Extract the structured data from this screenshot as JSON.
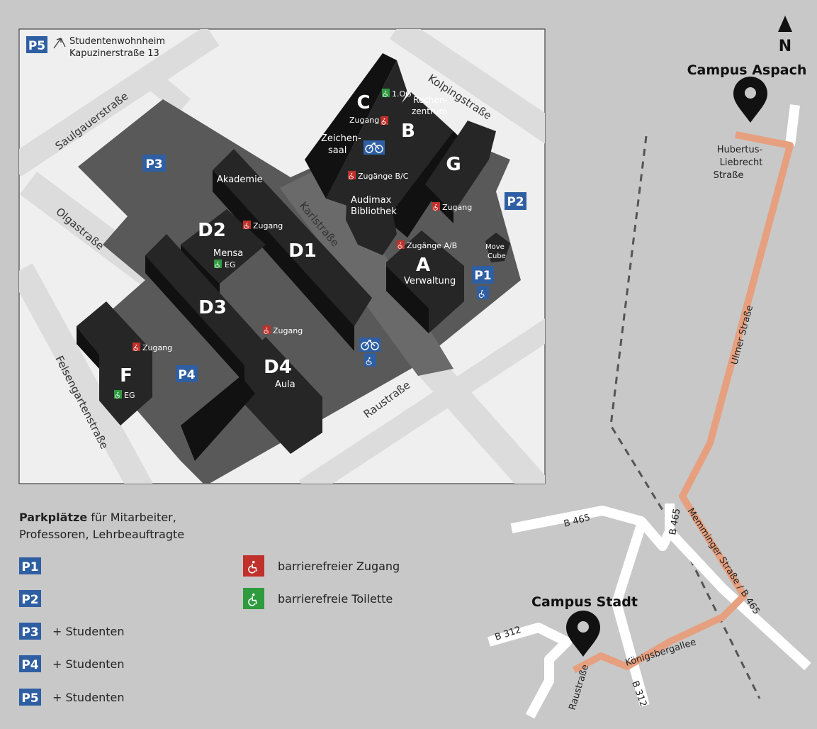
{
  "colors": {
    "background": "#c8c8c8",
    "map_background": "#efefef",
    "street": "#dcdcdc",
    "campus_ground": "#5a5a5a",
    "building": "#262626",
    "building_side": "#111111",
    "parking_badge": "#2f5fa3",
    "accessible_entrance": "#c0312b",
    "accessible_toilet": "#2e9b3f",
    "route": "#e6a07f"
  },
  "campus_map": {
    "p5_badge": "P5",
    "p5_note_line1": "Studentenwohnheim",
    "p5_note_line2": "Kapuzinerstraße 13",
    "parking": {
      "p1": "P1",
      "p2": "P2",
      "p3": "P3",
      "p4": "P4"
    },
    "streets": {
      "saulgauer": "Saulgauerstraße",
      "olga": "Olgastraße",
      "felsengarten": "Felsengartenstraße",
      "kolping": "Kolpingstraße",
      "karl": "Karlstraße",
      "rau": "Raustraße"
    },
    "buildings": {
      "c": "C",
      "c_floor": "1.OG",
      "c_zugang": "Zugang",
      "rechenzentrum_1": "Rechen-",
      "rechenzentrum_2": "zentrum",
      "b": "B",
      "zeichensaal_1": "Zeichen-",
      "zeichensaal_2": "saal",
      "zugaenge_bc": "Zugänge B/C",
      "g": "G",
      "g_zugang": "Zugang",
      "akademie": "Akademie",
      "audimax_1": "Audimax",
      "audimax_2": "Bibliothek",
      "d2": "D2",
      "d2_zugang": "Zugang",
      "mensa": "Mensa",
      "mensa_floor": "EG",
      "d1": "D1",
      "zugaenge_ab": "Zugänge A/B",
      "move_1": "Move",
      "move_2": "Cube",
      "a": "A",
      "verwaltung": "Verwaltung",
      "d3": "D3",
      "d3_zugang": "Zugang",
      "d4": "D4",
      "aula": "Aula",
      "f": "F",
      "f_zugang": "Zugang",
      "f_floor": "EG"
    }
  },
  "legend": {
    "title_bold": "Parkplätze",
    "title_rest": " für Mitarbeiter,",
    "title_line2": "Professoren, Lehrbeauftragte",
    "items": [
      {
        "badge": "P1",
        "text": ""
      },
      {
        "badge": "P2",
        "text": ""
      },
      {
        "badge": "P3",
        "text": "+ Studenten"
      },
      {
        "badge": "P4",
        "text": "+ Studenten"
      },
      {
        "badge": "P5",
        "text": "+ Studenten"
      }
    ],
    "symbols": [
      {
        "icon": "wheelchair-icon",
        "color": "#c0312b",
        "text": "barrierefreier Zugang"
      },
      {
        "icon": "wheelchair-icon",
        "color": "#2e9b3f",
        "text": "barrierefreie Toilette"
      }
    ]
  },
  "overview": {
    "north": "N",
    "campus_aspach": "Campus Aspach",
    "campus_stadt": "Campus Stadt",
    "hubertus_1": "Hubertus-",
    "hubertus_2": "Liebrecht",
    "hubertus_3": "Straße",
    "ulmer": "Ulmer Straße",
    "memminger": "Memminger Straße / B 465",
    "b465_a": "B 465",
    "b465_b": "B 465",
    "b312_a": "B 312",
    "b312_b": "B 312",
    "koenigsberg": "Königsbergallee",
    "rau": "Raustraße"
  }
}
